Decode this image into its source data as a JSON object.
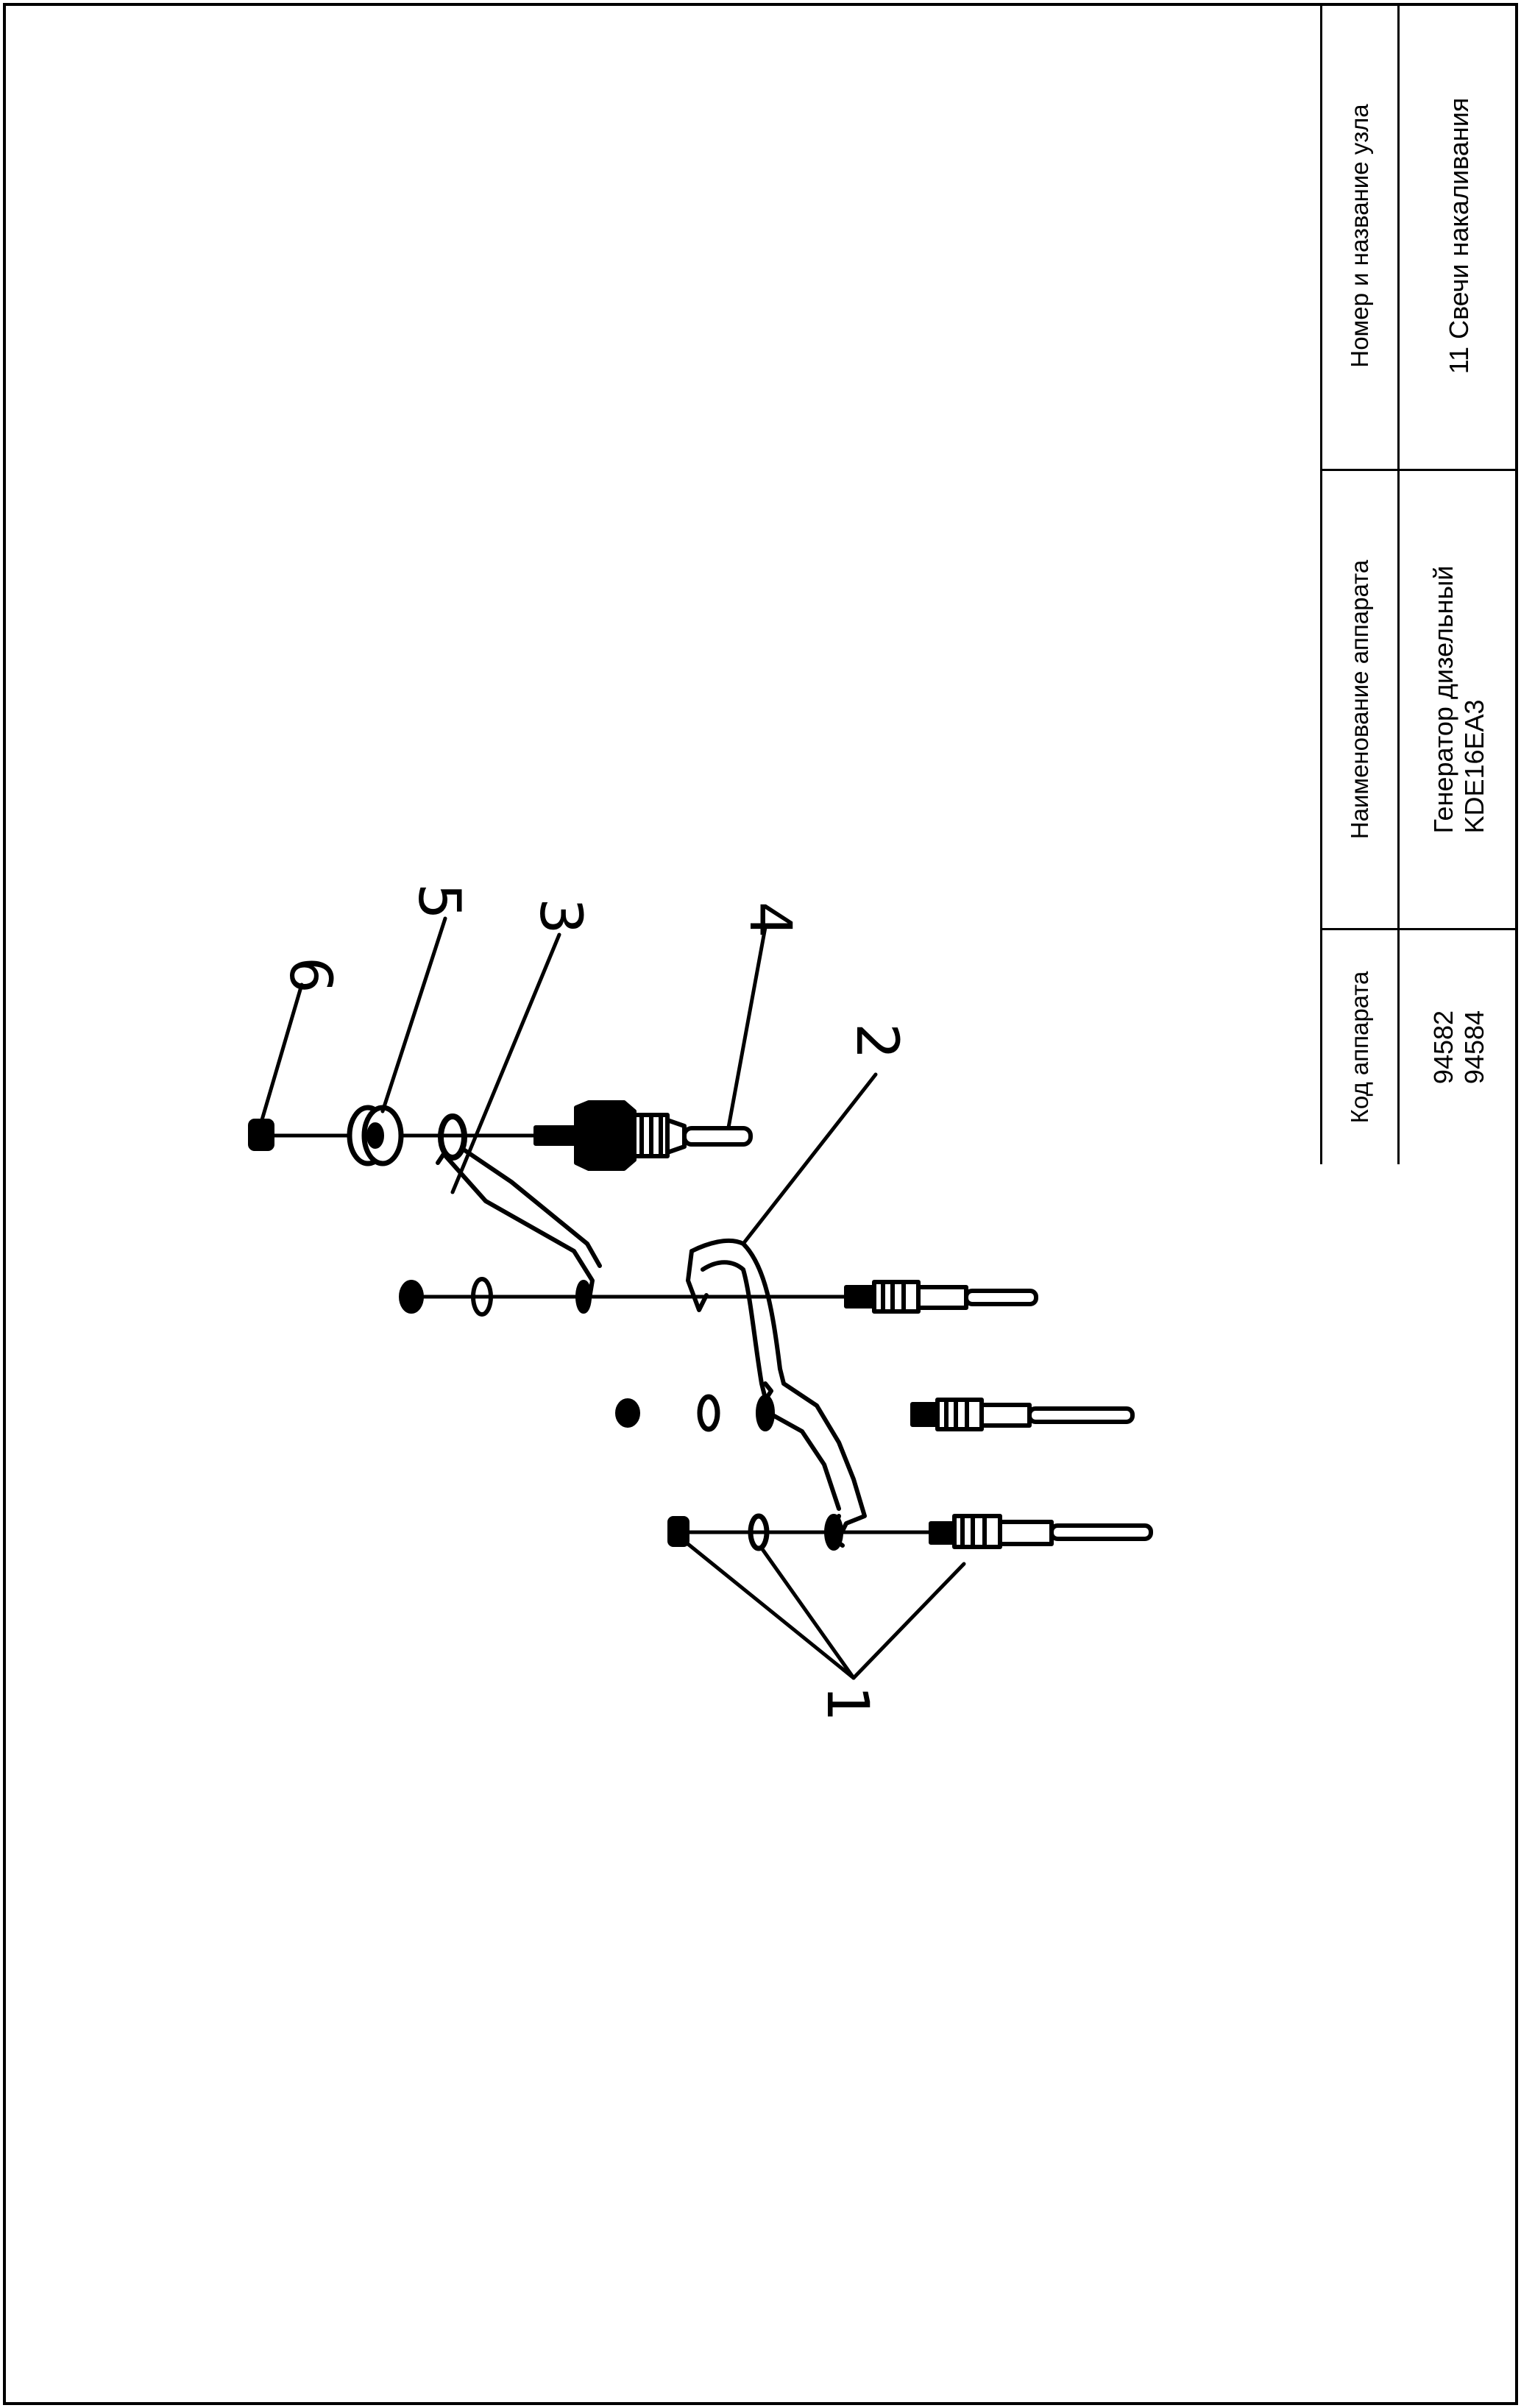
{
  "title_block": {
    "headers": [
      "Код аппарата",
      "Наименование аппарата",
      "Номер и название узла"
    ],
    "values": [
      [
        "94582",
        "94584"
      ],
      [
        "Генератор дизельный",
        "KDE16EA3"
      ],
      [
        "11 Свечи накаливания"
      ]
    ]
  },
  "callouts": [
    "1",
    "2",
    "3",
    "4",
    "5",
    "6"
  ]
}
